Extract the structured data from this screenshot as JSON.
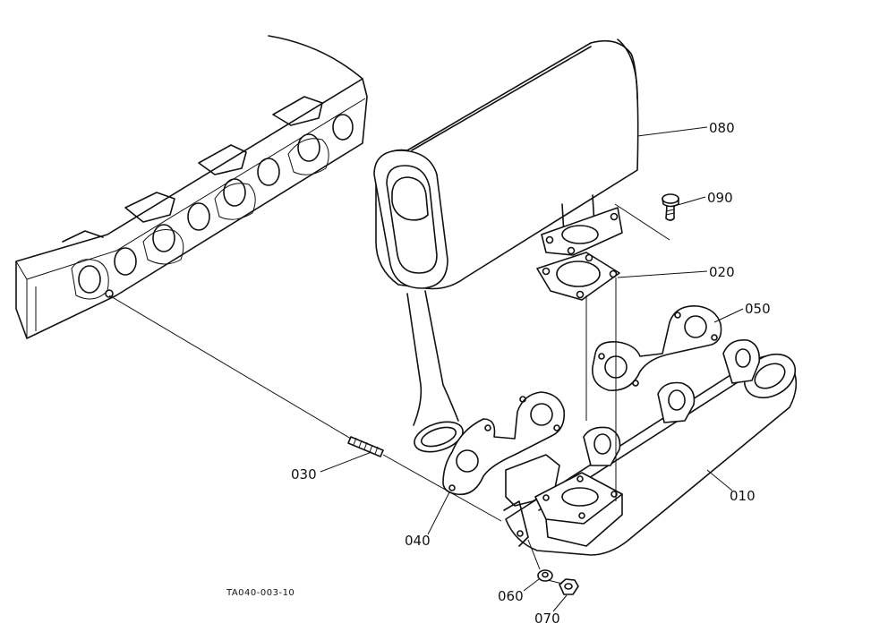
{
  "diagram": {
    "figure_code": "TA040-003-10",
    "parts": [
      {
        "id": "010",
        "label": "010"
      },
      {
        "id": "020",
        "label": "020"
      },
      {
        "id": "030",
        "label": "030"
      },
      {
        "id": "040",
        "label": "040"
      },
      {
        "id": "050",
        "label": "050"
      },
      {
        "id": "060",
        "label": "060"
      },
      {
        "id": "070",
        "label": "070"
      },
      {
        "id": "080",
        "label": "080"
      },
      {
        "id": "090",
        "label": "090"
      }
    ]
  }
}
